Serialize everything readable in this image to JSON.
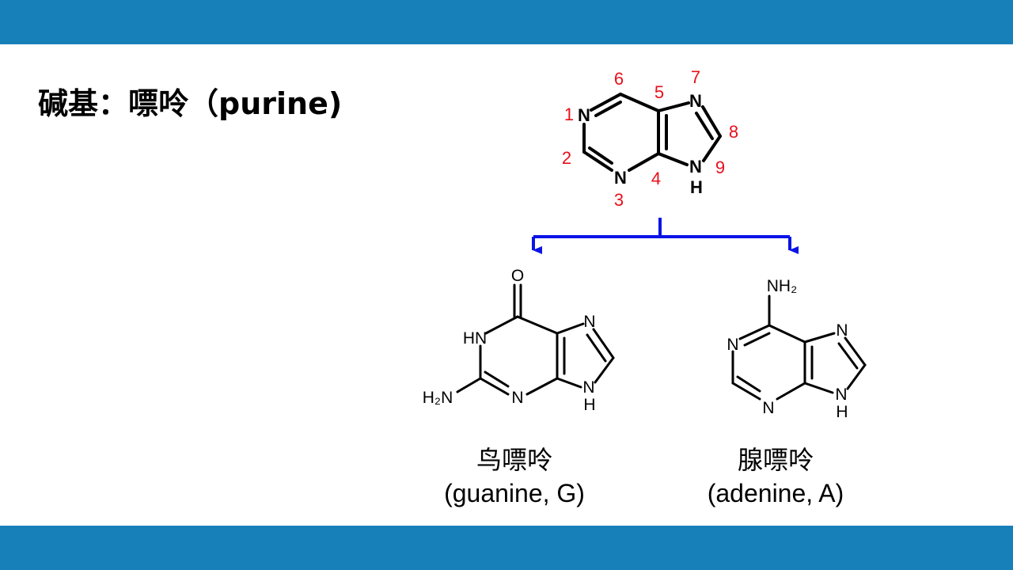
{
  "slide": {
    "title": "碱基：嘌呤（purine)",
    "colors": {
      "bar": "#1780b9",
      "arrow": "#0a14e6",
      "numbers": "#e8101a",
      "bonds": "#000000"
    }
  },
  "purine": {
    "atoms": {
      "n1": "N",
      "n3": "N",
      "n7": "N",
      "n9": "N",
      "h9": "H"
    },
    "numbers": {
      "p1": "1",
      "p2": "2",
      "p3": "3",
      "p4": "4",
      "p5": "5",
      "p6": "6",
      "p7": "7",
      "p8": "8",
      "p9": "9"
    }
  },
  "guanine": {
    "atoms": {
      "o": "O",
      "hn": "HN",
      "h2n": "H₂N",
      "n3": "N",
      "n7": "N",
      "n9": "N",
      "h9": "H"
    },
    "name_cn": "鸟嘌呤",
    "name_en": "(guanine, G)"
  },
  "adenine": {
    "atoms": {
      "nh2": "NH₂",
      "n1": "N",
      "n3": "N",
      "n7": "N",
      "n9": "N",
      "h9": "H"
    },
    "name_cn": "腺嘌呤",
    "name_en": "(adenine, A)"
  }
}
